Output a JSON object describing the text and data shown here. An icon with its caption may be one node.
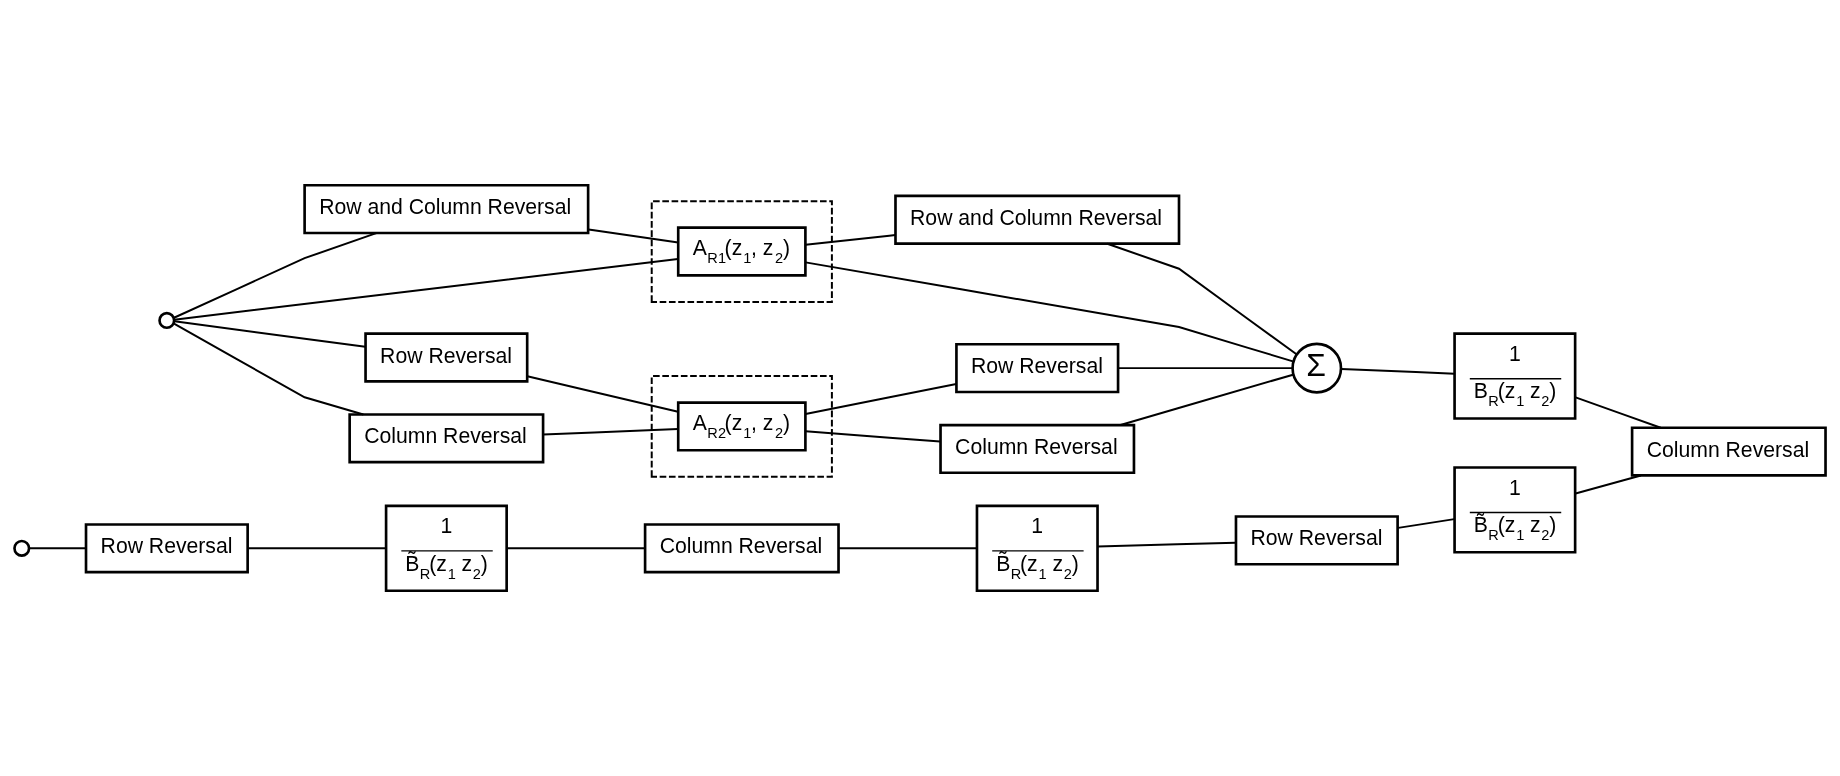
{
  "diagram": {
    "nodes": [
      {
        "text": [],
        "shape": "circle"
      },
      {
        "text": [
          "Row and Column Reversal"
        ]
      },
      {
        "text": [],
        "shape": "box"
      },
      {
        "text": [
          "A$_{R1}$(z$_{1}$, z$_{2}$)"
        ],
        "in": 2
      },
      {
        "text": [
          "Row and Column Reversal"
        ]
      },
      {
        "text": [
          "Row Reversal"
        ]
      },
      {
        "text": [
          "Column Reversal"
        ]
      },
      {
        "text": [],
        "shape": "box"
      },
      {
        "text": [
          "A$_{R2}$(z$_{1}$, z$_{2}$)"
        ],
        "in": 7
      },
      {
        "text": [
          "Row Reversal"
        ]
      },
      {
        "text": [
          "Column Reversal"
        ]
      },
      {
        "text": [
          "Σ"
        ]
      },
      {
        "text": [
          "1",
          "B$_{R}$(z$_{1}$ z$_{2}$)"
        ]
      },
      {
        "text": [
          "Column Reversal"
        ]
      },
      {
        "text": [
          "1",
          "B̃$_{R}$(z$_{1}$ z$_{2}$)"
        ]
      },
      {
        "text": [
          "Row Reversal"
        ]
      },
      {
        "text": [
          "1",
          "B̃$_{R}$(z$_{1}$ z$_{2}$)"
        ]
      },
      {
        "text": [
          "Column Reversal"
        ]
      },
      {
        "text": [
          "1",
          "B̃$_{R}$(z$_{1}$ z$_{2}$)"
        ]
      },
      {
        "text": [
          "Row Reversal"
        ]
      },
      {
        "text": [],
        "shape": "circle"
      }
    ],
    "edges": [
      {
        "from": 0,
        "to": 3,
        "arrow": "none"
      },
      {
        "from": 0,
        "to": 1,
        "arrow": "none"
      },
      {
        "from": 0,
        "to": 5,
        "arrow": "none"
      },
      {
        "from": 0,
        "to": 6,
        "arrow": "none"
      },
      {
        "from": 1,
        "to": 3,
        "arrow": "none"
      },
      {
        "from": 5,
        "to": 8,
        "arrow": "none"
      },
      {
        "from": 6,
        "to": 8,
        "arrow": "none"
      },
      {
        "from": 3,
        "to": 11,
        "arrow": "none"
      },
      {
        "from": 3,
        "to": 4,
        "arrow": "none"
      },
      {
        "from": 4,
        "to": 11,
        "arrow": "none"
      },
      {
        "from": 8,
        "to": 9,
        "arrow": "none"
      },
      {
        "from": 8,
        "to": 10,
        "arrow": "none"
      },
      {
        "from": 9,
        "to": 11,
        "arrow": "none"
      },
      {
        "from": 10,
        "to": 11,
        "arrow": "none"
      },
      {
        "from": 11,
        "to": 12,
        "arrow": "none"
      },
      {
        "from": 12,
        "to": 13,
        "arrow": "none"
      },
      {
        "from": 13,
        "to": 14,
        "arrow": "none"
      },
      {
        "from": 14,
        "to": 15,
        "arrow": "none"
      },
      {
        "from": 15,
        "to": 16,
        "arrow": "none"
      },
      {
        "from": 16,
        "to": 17,
        "arrow": "none"
      },
      {
        "from": 17,
        "to": 18,
        "arrow": "none"
      },
      {
        "from": 18,
        "to": 19,
        "arrow": "none"
      },
      {
        "from": 19,
        "to": 20,
        "arrow": "none"
      }
    ]
  }
}
